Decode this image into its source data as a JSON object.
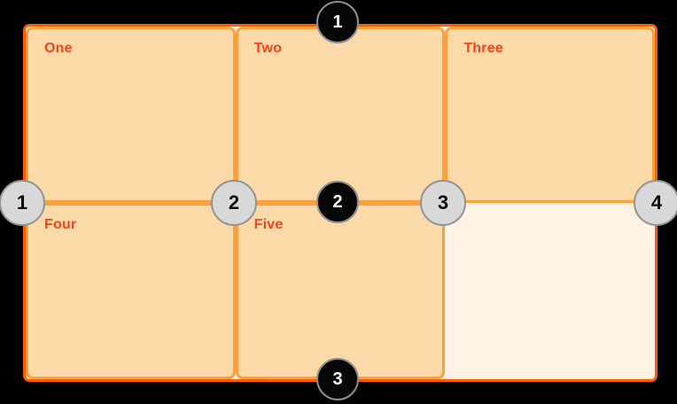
{
  "diagram": {
    "description": "CSS Grid numbered grid lines diagram",
    "background_color": "#000000",
    "container": {
      "border_color": "#FF5B00",
      "background_color": "#FDF2E4"
    },
    "cell_style": {
      "background_color": "#FCD9A8",
      "border_color": "#F9A13C",
      "label_color": "#F5431A"
    },
    "cells": [
      {
        "label": "One",
        "filled": true
      },
      {
        "label": "Two",
        "filled": true
      },
      {
        "label": "Three",
        "filled": true
      },
      {
        "label": "Four",
        "filled": true
      },
      {
        "label": "Five",
        "filled": true
      },
      {
        "label": "",
        "filled": false
      }
    ],
    "column_line_markers": {
      "style": {
        "background_color": "#D8D8D8",
        "text_color": "#0a0a0a",
        "ring_color": "#929292"
      },
      "items": [
        {
          "number": "1"
        },
        {
          "number": "2"
        },
        {
          "number": "3"
        },
        {
          "number": "4"
        }
      ]
    },
    "row_line_markers": {
      "style": {
        "background_color": "#060606",
        "text_color": "#ffffff",
        "ring_color": "#8f8f8f"
      },
      "items": [
        {
          "number": "1"
        },
        {
          "number": "2"
        },
        {
          "number": "3"
        }
      ]
    }
  }
}
